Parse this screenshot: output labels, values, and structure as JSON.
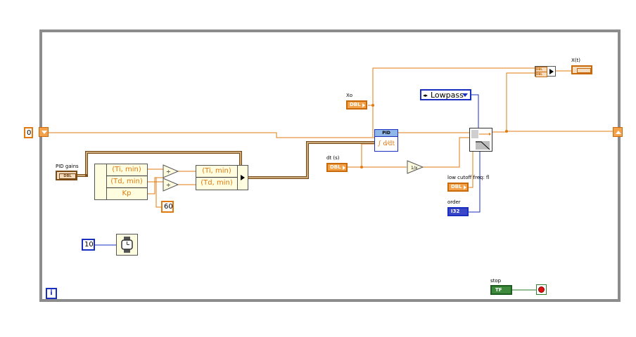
{
  "loop": {
    "iteration_terminal": "i"
  },
  "shift_register": {
    "init_value": "0"
  },
  "controls": {
    "pid_gains": {
      "label": "PID gains",
      "type": "DBL"
    },
    "xo": {
      "label": "Xo",
      "type": "DBL"
    },
    "dt": {
      "label": "dt (s)",
      "type": "DBL"
    },
    "cutoff": {
      "label": "low cutoff freq: fl",
      "type": "DBL"
    },
    "order": {
      "label": "order",
      "type": "I32"
    },
    "stop": {
      "label": "stop",
      "type": "TF"
    }
  },
  "indicators": {
    "xt": {
      "label": "X(t)"
    }
  },
  "unbundle": {
    "items": [
      "(Ti, min)",
      "(Td, min)",
      "Kp"
    ]
  },
  "bundle": {
    "items": [
      "(Ti, min)",
      "(Td, min)"
    ]
  },
  "constants": {
    "sixty": "60",
    "wait_ms": "10"
  },
  "pid_vi": {
    "title": "PID"
  },
  "filter": {
    "type": "Lowpass"
  },
  "build_array": {
    "inputs": [
      "DBL",
      "DBL"
    ]
  },
  "colors": {
    "orange_wire": "#e07a10",
    "blue_wire": "#1a2fbf",
    "green_wire": "#2d7d2d",
    "brown_wire": "#7a4a17",
    "frame": "#8c8c8c"
  }
}
